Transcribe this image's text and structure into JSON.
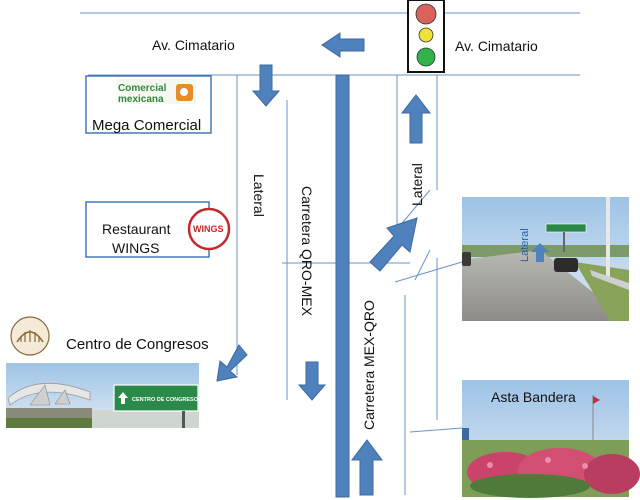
{
  "streets": {
    "cimatario_left": "Av. Cimatario",
    "cimatario_right": "Av. Cimatario",
    "lateral_left": "Lateral",
    "lateral_right": "Lateral",
    "carretera_qro_mex": "Carretera QRO-MEX",
    "carretera_mex_qro": "Carretera MEX-QRO"
  },
  "places": {
    "comercial_logo_line1": "Comercial",
    "comercial_logo_line2": "mexicana",
    "mega_comercial": "Mega Comercial",
    "restaurant_line1": "Restaurant",
    "restaurant_line2": "WINGS",
    "wings_logo": "WINGS",
    "centro_congresos": "Centro de Congresos",
    "centro_sign": "CENTRO DE CONGRESOS",
    "asta_bandera": "Asta Bandera",
    "photo_lateral": "Lateral"
  },
  "traffic_light": {
    "top": "#d9625a",
    "middle": "#f1e03a",
    "bottom": "#2fb34a"
  },
  "colors": {
    "road_blue": "#4f81bd",
    "thin_line": "#6b93c8",
    "logo_green": "#2f8a3a",
    "logo_orange": "#e88b2a",
    "wings_red": "#c4282c"
  }
}
